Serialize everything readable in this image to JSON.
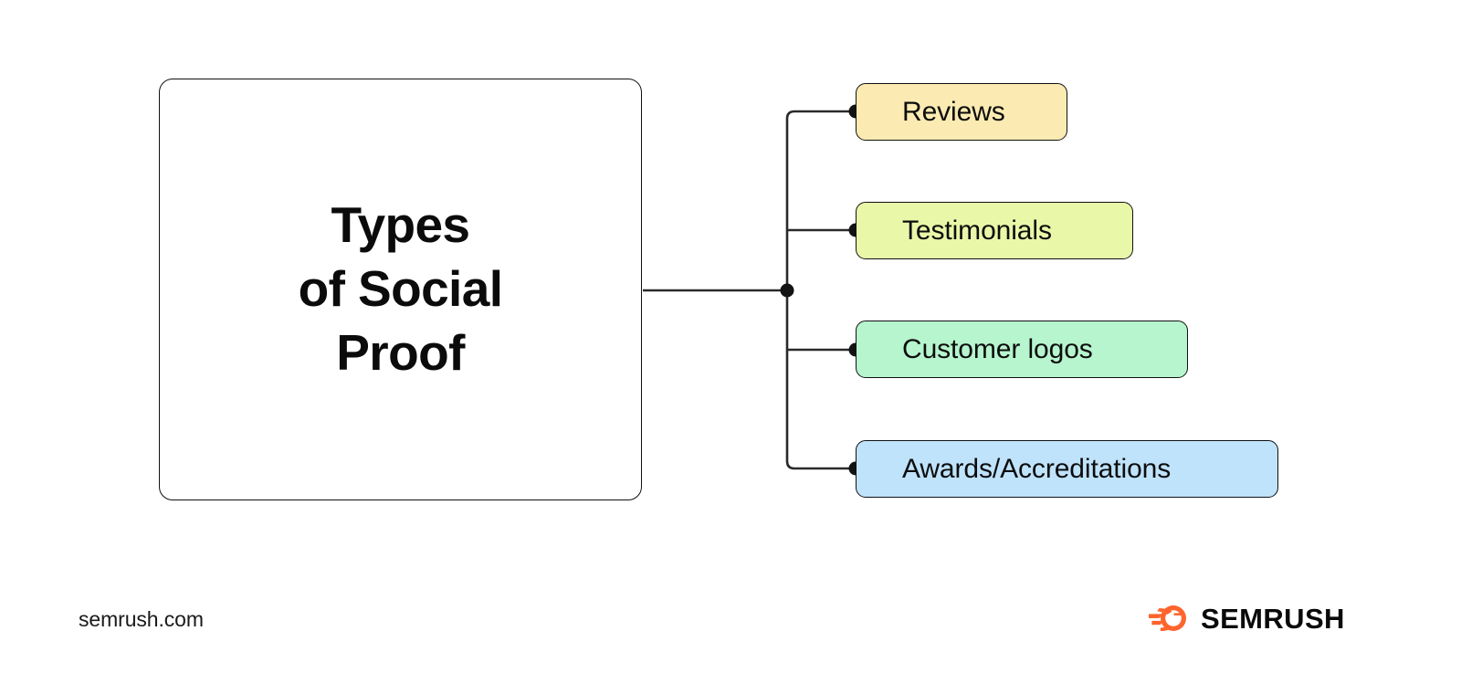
{
  "diagram": {
    "hub": {
      "title": "Types\nof Social\nProof",
      "title_plain": "Types of Social Proof"
    },
    "branches": [
      {
        "label": "Reviews",
        "color": "#FBEBB2"
      },
      {
        "label": "Testimonials",
        "color": "#E9F7A8"
      },
      {
        "label": "Customer logos",
        "color": "#B6F5CE"
      },
      {
        "label": "Awards/Accreditations",
        "color": "#BFE3FB"
      }
    ],
    "connector_color": "#2a2a2a",
    "border_color": "#101010"
  },
  "footer": {
    "site_url": "semrush.com",
    "brand_name": "SEMRUSH",
    "brand_color": "#FF642D"
  }
}
